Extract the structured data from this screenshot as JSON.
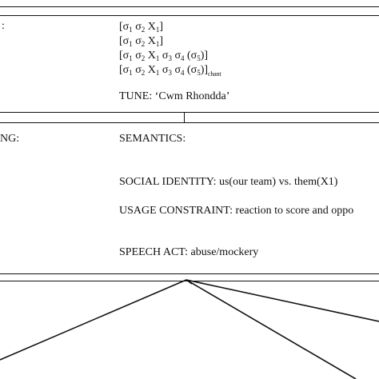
{
  "form": {
    "left_label_fragment": ":",
    "rows": [
      {
        "base": "[",
        "items": [
          {
            "t": "σ",
            "s": "1"
          },
          {
            "t": " σ",
            "s": "2"
          },
          {
            "t": " X",
            "s": "1"
          }
        ],
        "close": "]",
        "tail": ""
      },
      {
        "base": "[",
        "items": [
          {
            "t": "σ",
            "s": "1"
          },
          {
            "t": " σ",
            "s": "2"
          },
          {
            "t": " X",
            "s": "1"
          }
        ],
        "close": "]",
        "tail": ""
      },
      {
        "base": "[",
        "items": [
          {
            "t": "σ",
            "s": "1"
          },
          {
            "t": " σ",
            "s": "2"
          },
          {
            "t": " X",
            "s": "1"
          },
          {
            "t": " σ",
            "s": "3"
          },
          {
            "t": " σ",
            "s": "4"
          },
          {
            "t": " (σ",
            "s": "5"
          }
        ],
        "close": ")]",
        "tail": ""
      },
      {
        "base": "[",
        "items": [
          {
            "t": "σ",
            "s": "1"
          },
          {
            "t": " σ",
            "s": "2"
          },
          {
            "t": " X",
            "s": "1"
          },
          {
            "t": " σ",
            "s": "3"
          },
          {
            "t": " σ",
            "s": "4"
          },
          {
            "t": " (σ",
            "s": "5"
          }
        ],
        "close": ")]",
        "tail": "chant"
      }
    ],
    "tune": "TUNE: ‘Cwm Rhondda’"
  },
  "meaning": {
    "left_label_fragment": "NG:",
    "semantics_label": "SEMANTICS:",
    "social_identity": "SOCIAL IDENTITY: us(our team) vs. them(X1)",
    "usage_constraint": "USAGE CONSTRAINT: reaction to score and oppo",
    "speech_act": "SPEECH ACT: abuse/mockery"
  }
}
